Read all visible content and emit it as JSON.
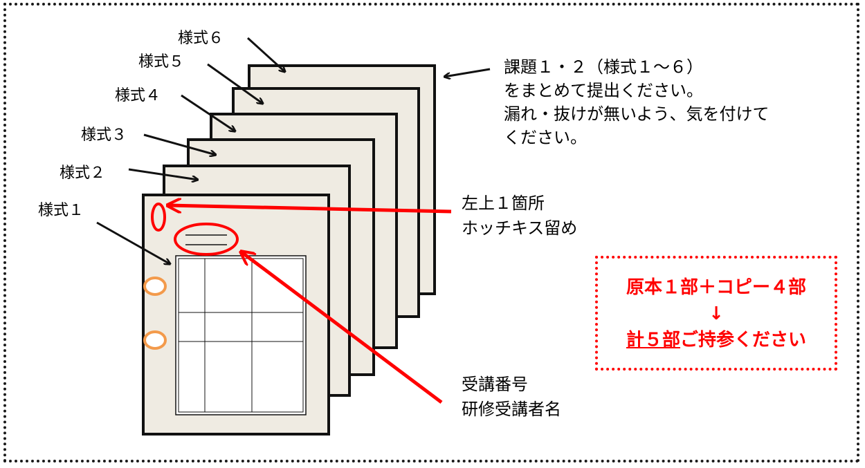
{
  "forms": [
    "様式１",
    "様式２",
    "様式３",
    "様式４",
    "様式５",
    "様式６"
  ],
  "instructions": [
    "課題１・２（様式１～６）",
    "をまとめて提出ください。",
    "漏れ・抜けが無いよう、気を付けて",
    "ください。"
  ],
  "staple_note": [
    "左上１箇所",
    "ホッチキス留め"
  ],
  "name_note": [
    "受講番号",
    "研修受講者名"
  ],
  "copies": {
    "line1": "原本１部＋コピー４部",
    "arrow": "↓",
    "total": "計５部",
    "suffix": "ご持参ください"
  },
  "colors": {
    "paper": "#efebe2",
    "outline": "#111111",
    "accent_red": "#ff0000",
    "hole_orange": "#f39a4b"
  }
}
